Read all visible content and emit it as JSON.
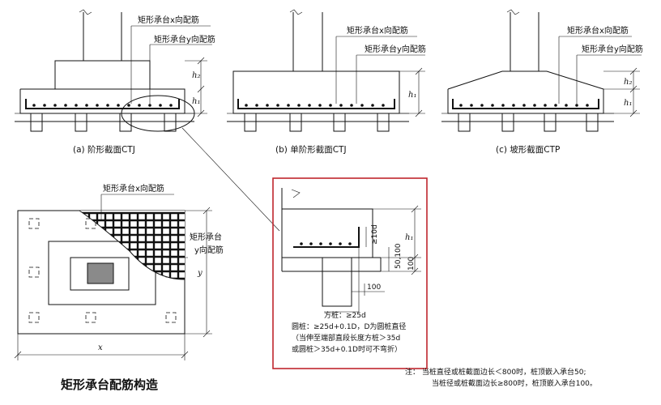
{
  "labels": {
    "x_rebar": "矩形承台x向配筋",
    "y_rebar": "矩形承台y向配筋"
  },
  "dims": {
    "h1": "h₁",
    "h2": "h₂",
    "x": "x",
    "y": "y",
    "d10": "≥10d",
    "c50100": "50,100",
    "c100a": "100",
    "c100b": "100"
  },
  "captions": {
    "a": "(a) 阶形截面CTJ",
    "b": "(b) 单阶形截面CTJ",
    "c": "(c) 坡形截面CTP"
  },
  "plan": {
    "x_label": "矩形承台x向配筋",
    "y_label_line1": "矩形承台",
    "y_label_line2": "y向配筋",
    "title": "矩形承台配筋构造"
  },
  "detail": {
    "line1": "方桩：≥25d",
    "line2": "圆桩：≥25d+0.1D，D为圆桩直径",
    "line3": "（当伸至端部直段长度方桩＞35d",
    "line4": "或圆桩＞35d+0.1D时可不弯折）"
  },
  "note": {
    "line1": "注：  当桩直径或桩截面边长＜800时，桩顶嵌入承台50;",
    "line2": "当桩径或桩截面边长≥800时，桩顶嵌入承台100。"
  }
}
